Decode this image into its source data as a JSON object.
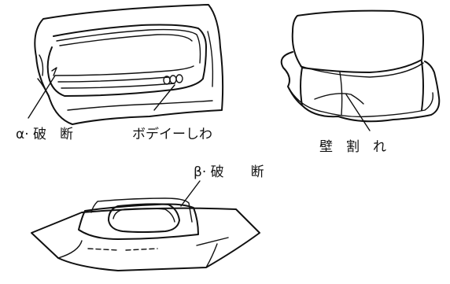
{
  "labels": {
    "alpha_fracture": "α· 破　断",
    "body_wrinkle": "ボデイーしわ",
    "wall_crack": "壁　割　れ",
    "beta_fracture": "β· 破　　断"
  },
  "colors": {
    "ink": "#111111",
    "paper": "#ffffff"
  }
}
